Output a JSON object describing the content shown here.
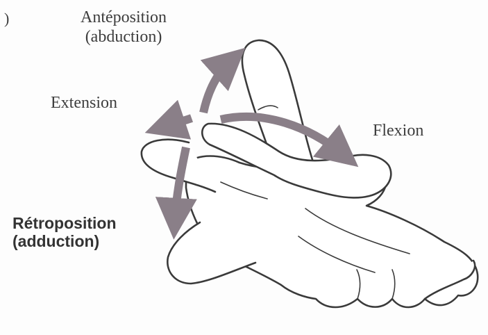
{
  "figure": {
    "marker": ")",
    "labels": {
      "anteposition": "Antéposition",
      "abduction": "(abduction)",
      "extension": "Extension",
      "flexion": "Flexion",
      "retroposition": "Rétroposition",
      "adduction": "(adduction)"
    },
    "colors": {
      "arrow": "#8a7f88",
      "outline": "#3a3a3a",
      "text": "#3d3d3d"
    },
    "icons": [
      "hand-illustration",
      "arrow-up-icon",
      "arrow-left-icon",
      "arrow-right-icon",
      "arrow-down-icon"
    ]
  }
}
